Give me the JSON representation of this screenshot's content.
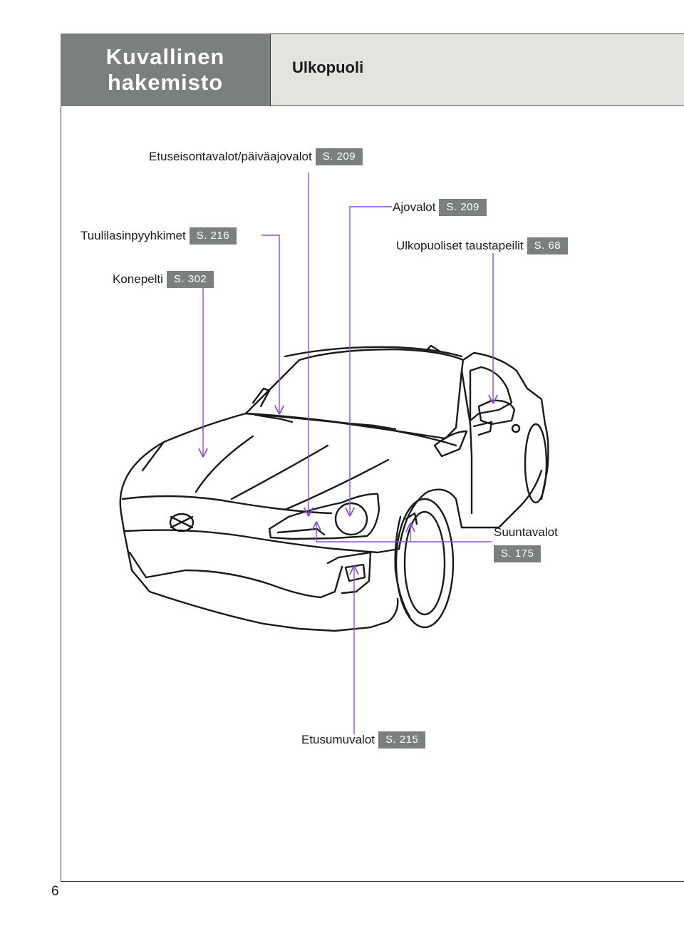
{
  "header": {
    "section_title": "Kuvallinen hakemisto",
    "page_title": "Ulkopuoli"
  },
  "callouts": {
    "positioning_lights": {
      "label": "Etuseisontavalot/päiväajovalot",
      "page": "S. 209"
    },
    "headlights": {
      "label": "Ajovalot",
      "page": "S. 209"
    },
    "wipers": {
      "label": "Tuulilasinpyyhkimet",
      "page": "S. 216"
    },
    "mirrors": {
      "label": "Ulkopuoliset taustapeilit",
      "page": "S. 68"
    },
    "hood": {
      "label": "Konepelti",
      "page": "S. 302"
    },
    "turn_signals": {
      "label": "Suuntavalot",
      "page": "S. 175"
    },
    "fog_lights": {
      "label": "Etusumuvalot",
      "page": "S. 215"
    }
  },
  "colors": {
    "header_dark": "#7b7f7e",
    "header_light": "#e3e4e0",
    "leader_line": "#8a4fd8",
    "badge": "#7b7f7e"
  },
  "page_number": "6"
}
